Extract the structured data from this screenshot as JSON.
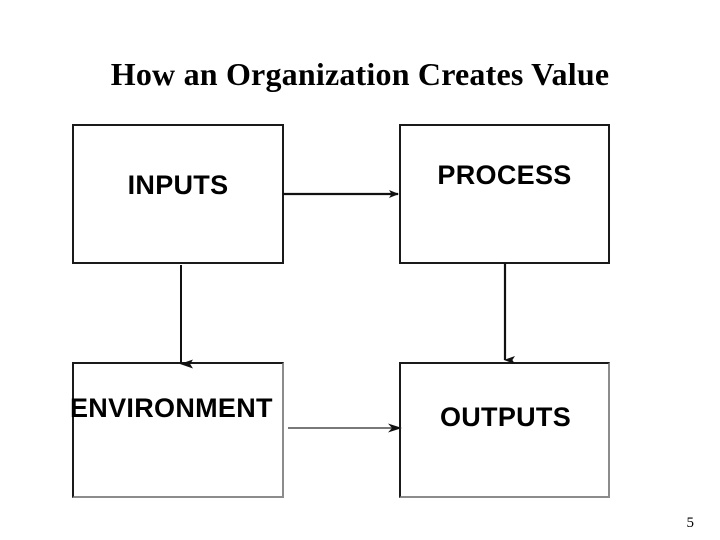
{
  "slide": {
    "title": "How an Organization Creates Value",
    "page_number": "5",
    "background_color": "#ffffff",
    "line_color": "#1a1a1a"
  },
  "diagram": {
    "type": "flow-cycle",
    "nodes": [
      {
        "id": "inputs",
        "label": "INPUTS",
        "position": "top-left"
      },
      {
        "id": "process",
        "label": "PROCESS",
        "position": "top-right"
      },
      {
        "id": "outputs",
        "label": "OUTPUTS",
        "position": "bottom-right"
      },
      {
        "id": "environment",
        "label": "ENVIRONMENT",
        "position": "bottom-left"
      }
    ],
    "edges": [
      {
        "from": "INPUTS",
        "to": "PROCESS",
        "direction": "right"
      },
      {
        "from": "PROCESS",
        "to": "OUTPUTS",
        "direction": "down"
      },
      {
        "from": "OUTPUTS",
        "to": "ENVIRONMENT",
        "direction": "left"
      },
      {
        "from": "ENVIRONMENT",
        "to": "INPUTS",
        "direction": "up"
      }
    ]
  }
}
